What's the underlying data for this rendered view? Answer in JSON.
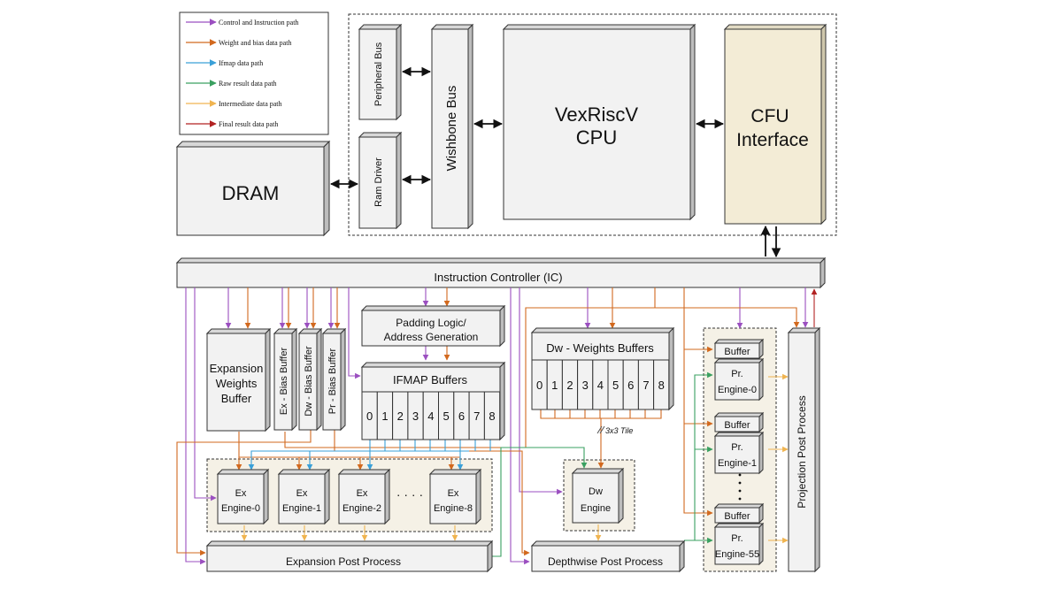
{
  "legend": {
    "control": "Control and Instruction path",
    "weight": "Weight and bias data path",
    "ifmap": "Ifmap data path",
    "raw": "Raw result data path",
    "intermediate": "Intermediate data path",
    "final": "Final result data path"
  },
  "colors": {
    "control": "#9b4fc0",
    "weight": "#d2691e",
    "ifmap": "#3aa0d8",
    "raw": "#3aa060",
    "intermediate": "#f0b450",
    "final": "#b22222",
    "cfu_fill": "#f3ecd6",
    "group_fill": "#f5f1e6",
    "box_fill": "#f2f2f2"
  },
  "blocks": {
    "dram": "DRAM",
    "peripheral_bus": "Peripheral Bus",
    "ram_driver": "Ram Driver",
    "wishbone_bus": "Wishbone Bus",
    "cpu_line1": "VexRiscV",
    "cpu_line2": "CPU",
    "cfu_line1": "CFU",
    "cfu_line2": "Interface",
    "instruction_controller": "Instruction Controller (IC)",
    "expansion_weights": [
      "Expansion",
      "Weights",
      "Buffer"
    ],
    "ex_bias": "Ex - Bias Buffer",
    "dw_bias": "Dw - Bias Buffer",
    "pr_bias": "Pr - Bias Buffer",
    "padding_line1": "Padding Logic/",
    "padding_line2": "Address Generation",
    "ifmap_buffers": "IFMAP  Buffers",
    "dw_weights_buffers": "Dw - Weights Buffers",
    "tile_label": "3x3 Tile",
    "expansion_post": "Expansion Post Process",
    "depthwise_post": "Depthwise Post Process",
    "projection_post": "Projection Post Process",
    "buffer": "Buffer",
    "dots": "· · · ·"
  },
  "ifmap_cells": [
    "0",
    "1",
    "2",
    "3",
    "4",
    "5",
    "6",
    "7",
    "8"
  ],
  "dw_cells": [
    "0",
    "1",
    "2",
    "3",
    "4",
    "5",
    "6",
    "7",
    "8"
  ],
  "ex_engines": [
    {
      "line1": "Ex",
      "line2": "Engine-0"
    },
    {
      "line1": "Ex",
      "line2": "Engine-1"
    },
    {
      "line1": "Ex",
      "line2": "Engine-2"
    },
    {
      "line1": "Ex",
      "line2": "Engine-8"
    }
  ],
  "dw_engine": {
    "line1": "Dw",
    "line2": "Engine"
  },
  "pr_engines": [
    {
      "line1": "Pr.",
      "line2": "Engine-0"
    },
    {
      "line1": "Pr.",
      "line2": "Engine-1"
    },
    {
      "line1": "Pr.",
      "line2": "Engine-55"
    }
  ]
}
